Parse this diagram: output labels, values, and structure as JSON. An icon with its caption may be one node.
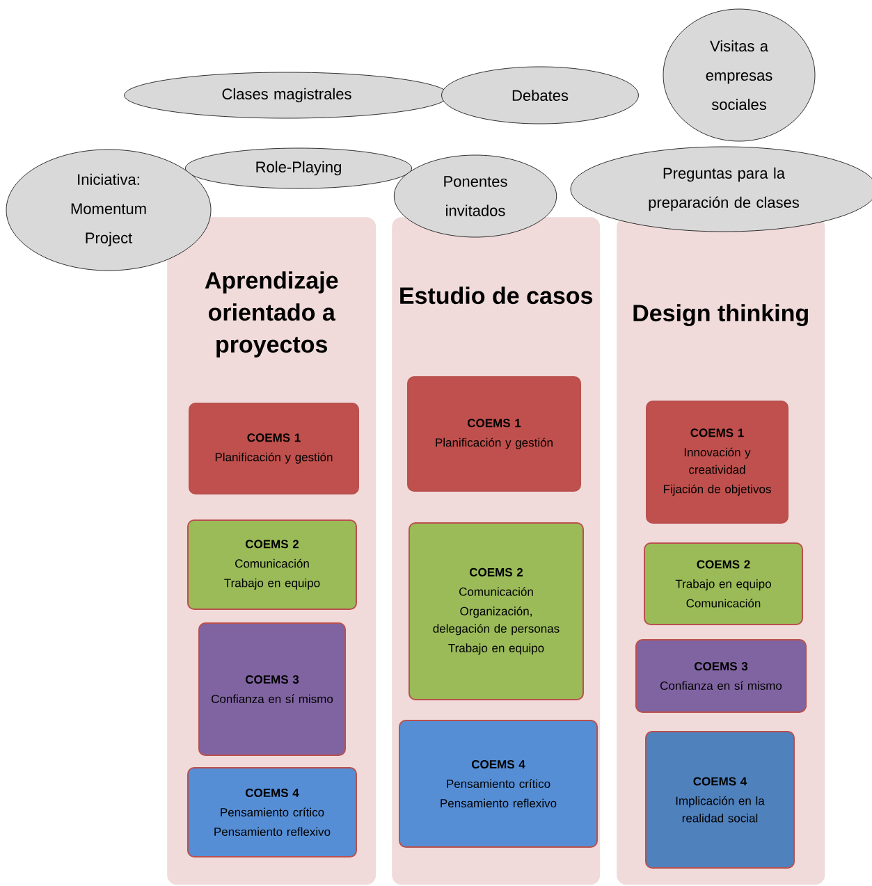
{
  "diagram": {
    "nodes": [
      {
        "text": [
          "Visitas a empresas sociales"
        ]
      },
      {
        "text": [
          "Clases magistrales"
        ]
      },
      {
        "text": [
          "Debates"
        ]
      },
      {
        "text": [
          "Role-Playing"
        ]
      },
      {
        "text": [
          "Iniciativa: Momentum Project"
        ]
      },
      {
        "text": [
          "Ponentes invitados"
        ]
      },
      {
        "text": [
          "Preguntas para la preparación de clases"
        ]
      },
      {
        "text": [
          "Aprendizaje orientado a proyectos"
        ]
      },
      {
        "text": [
          "COEMS 1",
          "Planificación y gestión"
        ],
        "in": 7
      },
      {
        "text": [
          "COEMS 2",
          "Comunicación",
          "Trabajo en equipo"
        ],
        "in": 7
      },
      {
        "text": [
          "COEMS 3",
          "Confianza en sí mismo"
        ],
        "in": 7
      },
      {
        "text": [
          "COEMS 4",
          "Pensamiento crítico",
          "Pensamiento reflexivo"
        ],
        "in": 7
      },
      {
        "text": [
          "Estudio de casos"
        ]
      },
      {
        "text": [
          "COEMS 1",
          "Planificación y gestión"
        ],
        "in": 12
      },
      {
        "text": [
          "COEMS 2",
          "Comunicación",
          "Organización, delegación de personas",
          "Trabajo en equipo"
        ],
        "in": 12
      },
      {
        "text": [
          "COEMS 4",
          "Pensamiento crítico",
          "Pensamiento reflexivo"
        ],
        "in": 12
      },
      {
        "text": [
          "Design thinking"
        ]
      },
      {
        "text": [
          "COEMS 1",
          "Innovación y creatividad",
          "Fijación de objetivos"
        ],
        "in": 16
      },
      {
        "text": [
          "COEMS 2",
          "Trabajo en equipo",
          "Comunicación"
        ],
        "in": 16
      },
      {
        "text": [
          "COEMS 3",
          "Confianza en sí mismo"
        ],
        "in": 16
      },
      {
        "text": [
          "COEMS 4",
          "Implicación en la realidad social"
        ],
        "in": 16
      }
    ]
  }
}
